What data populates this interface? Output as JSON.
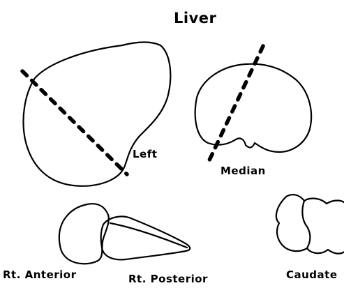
{
  "title": "Liver",
  "lobes": {
    "left": "Left",
    "median": "Median",
    "rt_anterior": "Rt. Anterior",
    "rt_posterior": "Rt. Posterior",
    "caudate": "Caudate"
  },
  "colors": {
    "ink": "#000000",
    "background": "#ffffff"
  }
}
